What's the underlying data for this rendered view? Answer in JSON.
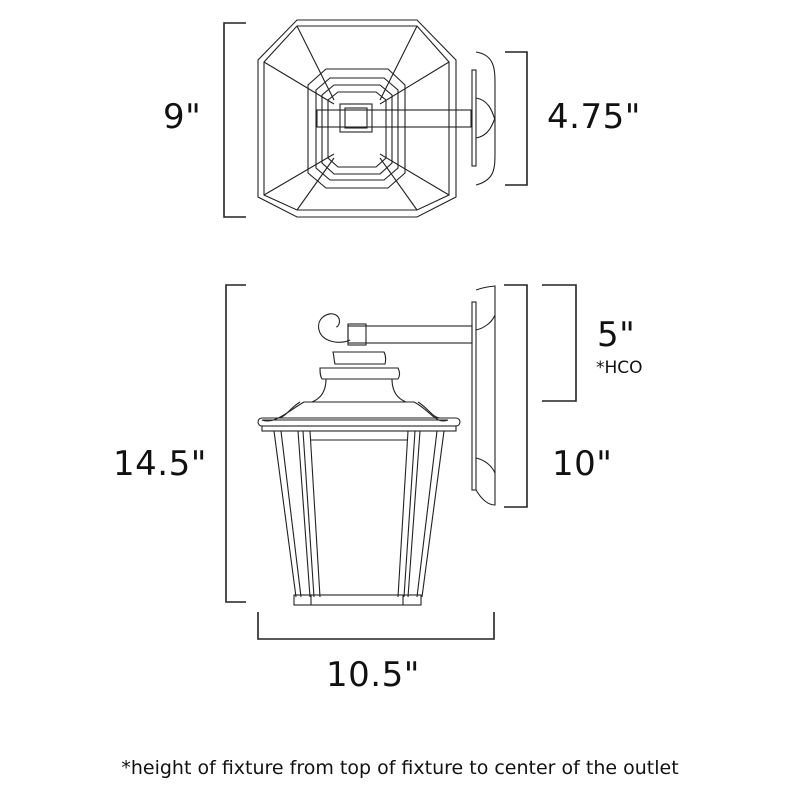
{
  "top_view": {
    "width_label": "9\"",
    "depth_label": "4.75\""
  },
  "side_view": {
    "height_label": "14.5\"",
    "hco_label": "5\"",
    "hco_sub_label": "*HCO",
    "backplate_label": "10\"",
    "width_label": "10.5\""
  },
  "footnote": "*height of fixture from top of fixture to center of the outlet",
  "colors": {
    "line": "#222222",
    "background": "#ffffff"
  }
}
